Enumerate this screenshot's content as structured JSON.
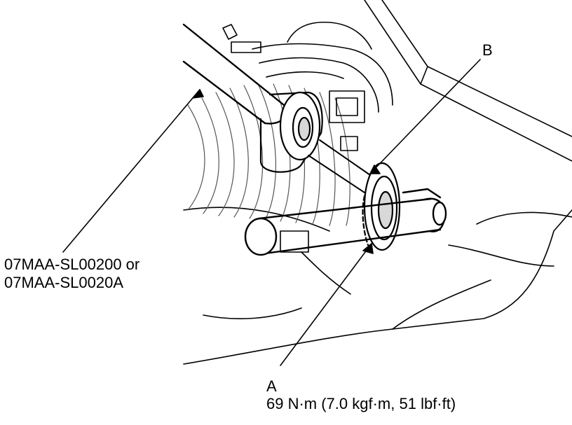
{
  "callouts": {
    "tool_line_1": "07MAA-SL00200 or",
    "tool_line_2": "07MAA-SL0020A",
    "a_letter": "A",
    "a_torque": "69 N·m (7.0 kgf·m, 51 lbf·ft)",
    "b_letter": "B"
  },
  "colors": {
    "ink": "#000000",
    "paper": "#ffffff",
    "shade": "#d8d8d8"
  }
}
